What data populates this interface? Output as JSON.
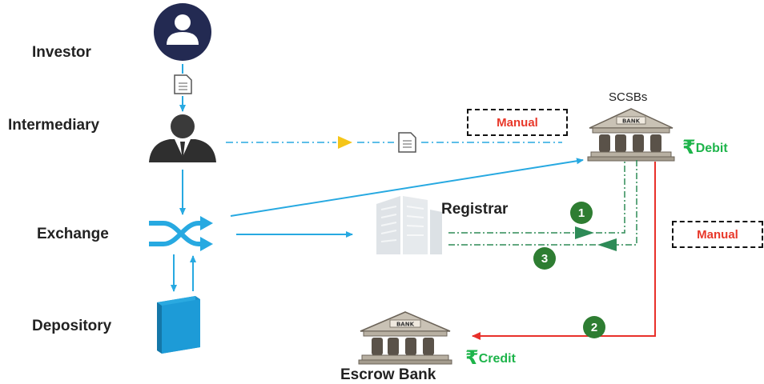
{
  "nodes": {
    "investor": "Investor",
    "intermediary": "Intermediary",
    "exchange": "Exchange",
    "depository": "Depository",
    "scsbs": "SCSBs",
    "registrar": "Registrar",
    "escrow_bank": "Escrow Bank"
  },
  "badges": {
    "manual_top": "Manual",
    "manual_right": "Manual"
  },
  "money": {
    "rupee_symbol": "₹",
    "debit": "Debit",
    "credit": "Credit"
  },
  "bank_sign": "BANK",
  "steps": {
    "one": "1",
    "two": "2",
    "three": "3"
  },
  "colors": {
    "blue_arrow": "#27a9e1",
    "green_dashed": "#2e8b57",
    "red_line": "#e8302a",
    "yellow_arrow": "#f5c518",
    "manual_text": "#e8382a",
    "money_green": "#1db44a",
    "investor_navy": "#232a52",
    "depository_teal": "#1d9bd7"
  },
  "icons": [
    "user-icon",
    "document-icon",
    "businessman-icon",
    "shuffle-icon",
    "book-icon",
    "bank-icon",
    "building-icon"
  ]
}
